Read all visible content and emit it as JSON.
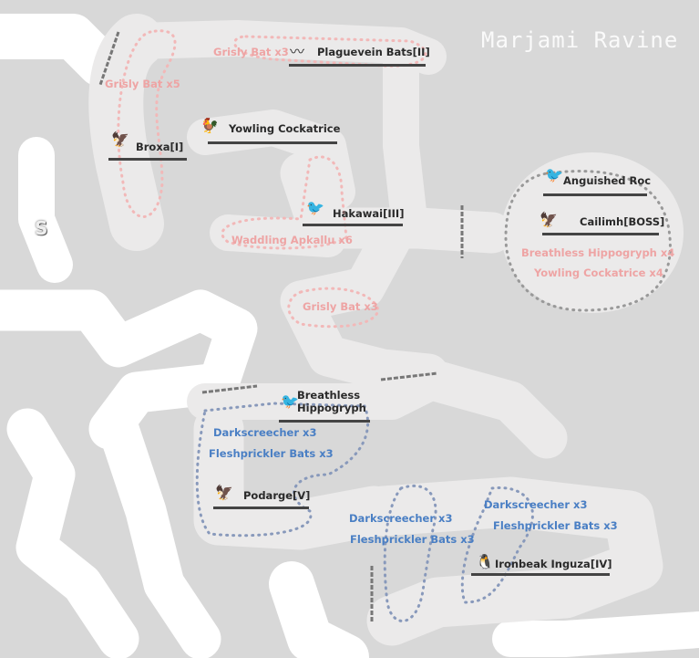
{
  "map": {
    "title": "Marjami Ravine",
    "start_marker": "S",
    "colors": {
      "background": "#d8d8d8",
      "passage": "#ebeaea",
      "void": "#ffffff",
      "boss_text": "#2a2a2a",
      "first_half_mobs": "#eea4a4",
      "second_half_mobs": "#4a7fc4"
    }
  },
  "bosses": [
    {
      "name": "Plaguevein Bats[II]",
      "icon": "bats-icon"
    },
    {
      "name": "Broxa[I]",
      "icon": "broxa-icon"
    },
    {
      "name": "Yowling Cockatrice",
      "icon": "cockatrice-icon"
    },
    {
      "name": "Hakawai[III]",
      "icon": "hakawai-icon"
    },
    {
      "name": "Anguished Roc",
      "icon": "roc-icon"
    },
    {
      "name": "Cailimh[BOSS]",
      "icon": "cailimh-icon"
    },
    {
      "name": "Breathless Hippogryph",
      "icon": "hippogryph-icon"
    },
    {
      "name": "Podarge[V]",
      "icon": "podarge-icon"
    },
    {
      "name": "Ironbeak Inguza[IV]",
      "icon": "inguza-icon"
    }
  ],
  "mob_groups": [
    "Grisly Bat x3",
    "Grisly Bat x5",
    "Waddling Apkallu x6",
    "Grisly Bat x3",
    "Breathless Hippogryph x4",
    "Yowling Cockatrice x4",
    "Darkscreecher x3",
    "Fleshprickler Bats x3",
    "Darkscreecher x3",
    "Fleshprickler Bats x3",
    "Darkscreecher x3",
    "Fleshprickler Bats x3"
  ]
}
